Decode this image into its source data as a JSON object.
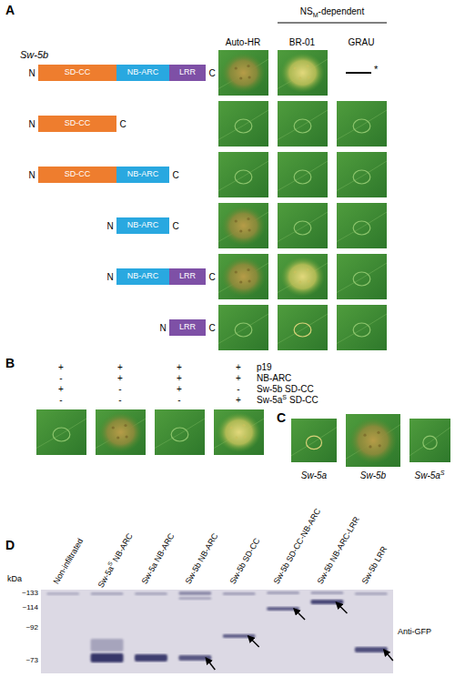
{
  "diagram": {
    "nodes": [
      {
        "text": [
          "SD-CC"
        ]
      },
      {
        "text": [
          "NB-ARC"
        ]
      },
      {
        "text": [
          "LRR"
        ]
      },
      {
        "text": [
          "SD-CC"
        ]
      },
      {
        "text": [
          "SD-CC"
        ]
      },
      {
        "text": [
          "NB-ARC"
        ]
      },
      {
        "text": [
          "NB-ARC"
        ]
      },
      {
        "text": [
          "NB-ARC"
        ]
      },
      {
        "text": [
          "LRR"
        ]
      },
      {
        "text": [
          "LRR"
        ]
      }
    ],
    "labels": [
      "A",
      "Sw-5b",
      "NS",
      "M",
      "-dependent",
      "Auto-HR",
      "BR-01",
      "GRAU",
      "*",
      "N",
      "C",
      "N",
      "C",
      "N",
      "C",
      "N",
      "C",
      "N",
      "C",
      "N",
      "C",
      "B",
      "+",
      "+",
      "+",
      "+",
      "p19",
      "-",
      "+",
      "+",
      "+",
      "NB-ARC",
      "+",
      "-",
      "+",
      "-",
      "Sw-5b SD-CC",
      "-",
      "-",
      "-",
      "+",
      "Sw-5a",
      "S",
      "SD-CC",
      "C",
      "Sw-5a",
      "Sw-5b",
      "Sw-5a",
      "S",
      "D",
      "kDa",
      "~133",
      "~114",
      "~92",
      "~73",
      "Non-infiltrated",
      "Sw-5a",
      "S",
      "NB-ARC",
      "Sw-5a NB-ARC",
      "Sw-5b NB-ARC",
      "Sw-5b SD-CC",
      "Sw-5b SD-CC-NB-ARC",
      "Sw-5b NB-ARC-LRR",
      "Sw-5b LRR",
      "Anti-GFP"
    ]
  }
}
